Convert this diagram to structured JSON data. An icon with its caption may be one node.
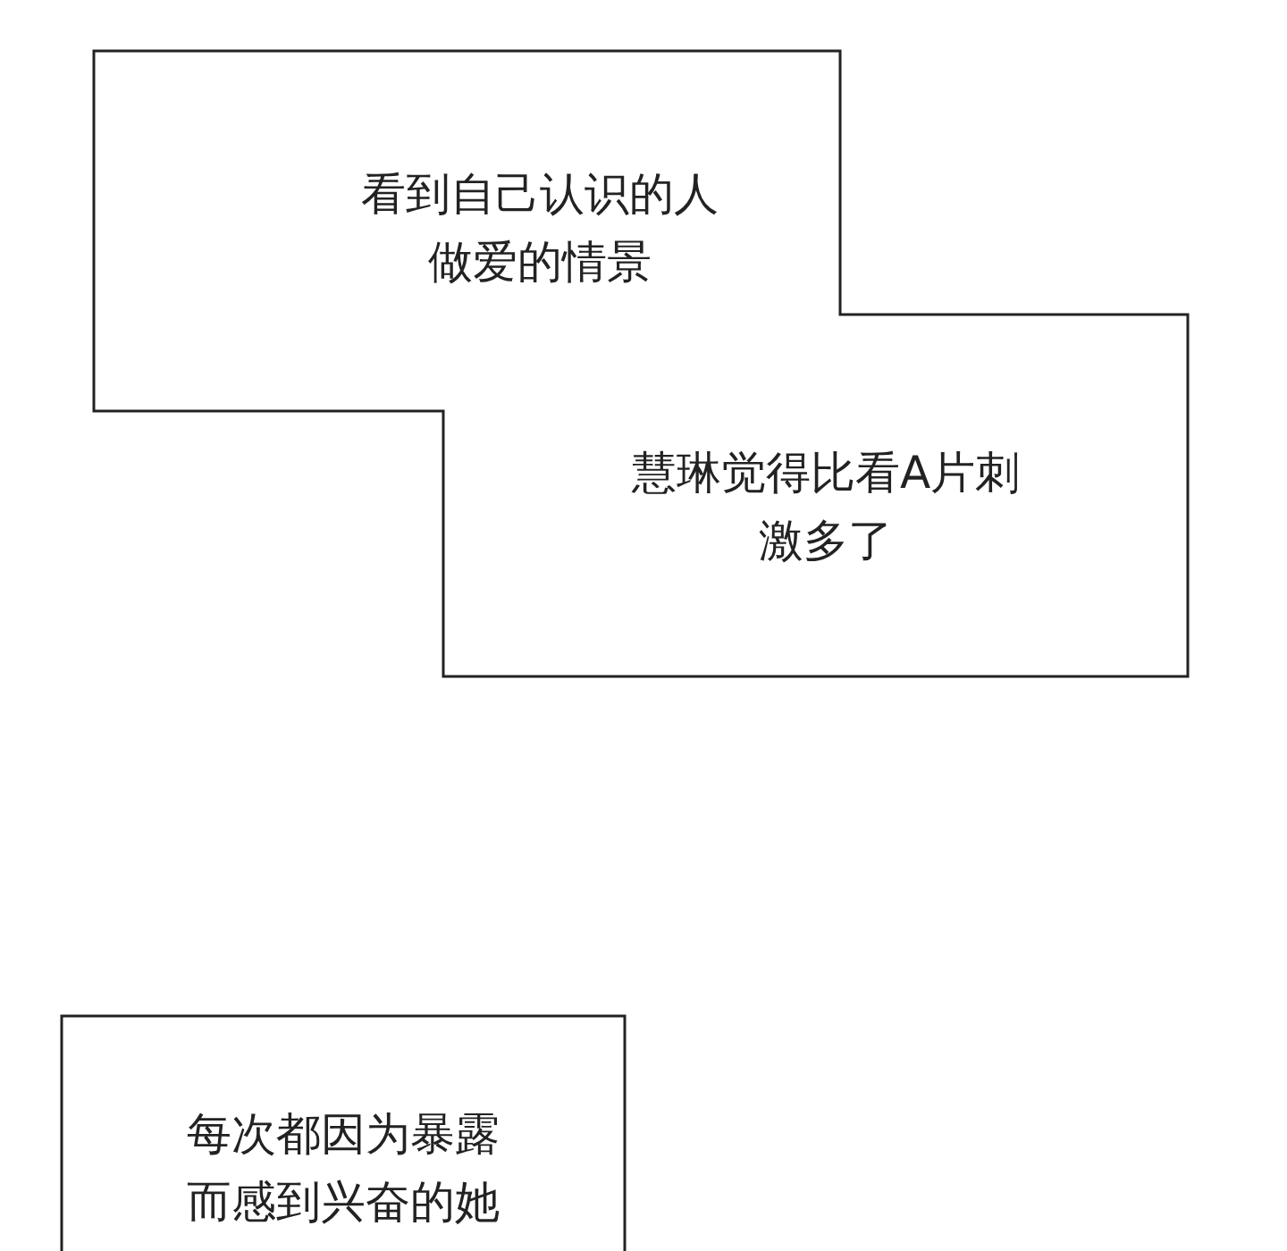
{
  "diagram": {
    "nodes": [
      {
        "text": [
          "看到自己认识的人做爱的情景",
          "慧琳觉得比看A片刺激多了"
        ]
      },
      {
        "text": [
          "每次都因为暴露而感到兴奋的她"
        ]
      }
    ]
  }
}
